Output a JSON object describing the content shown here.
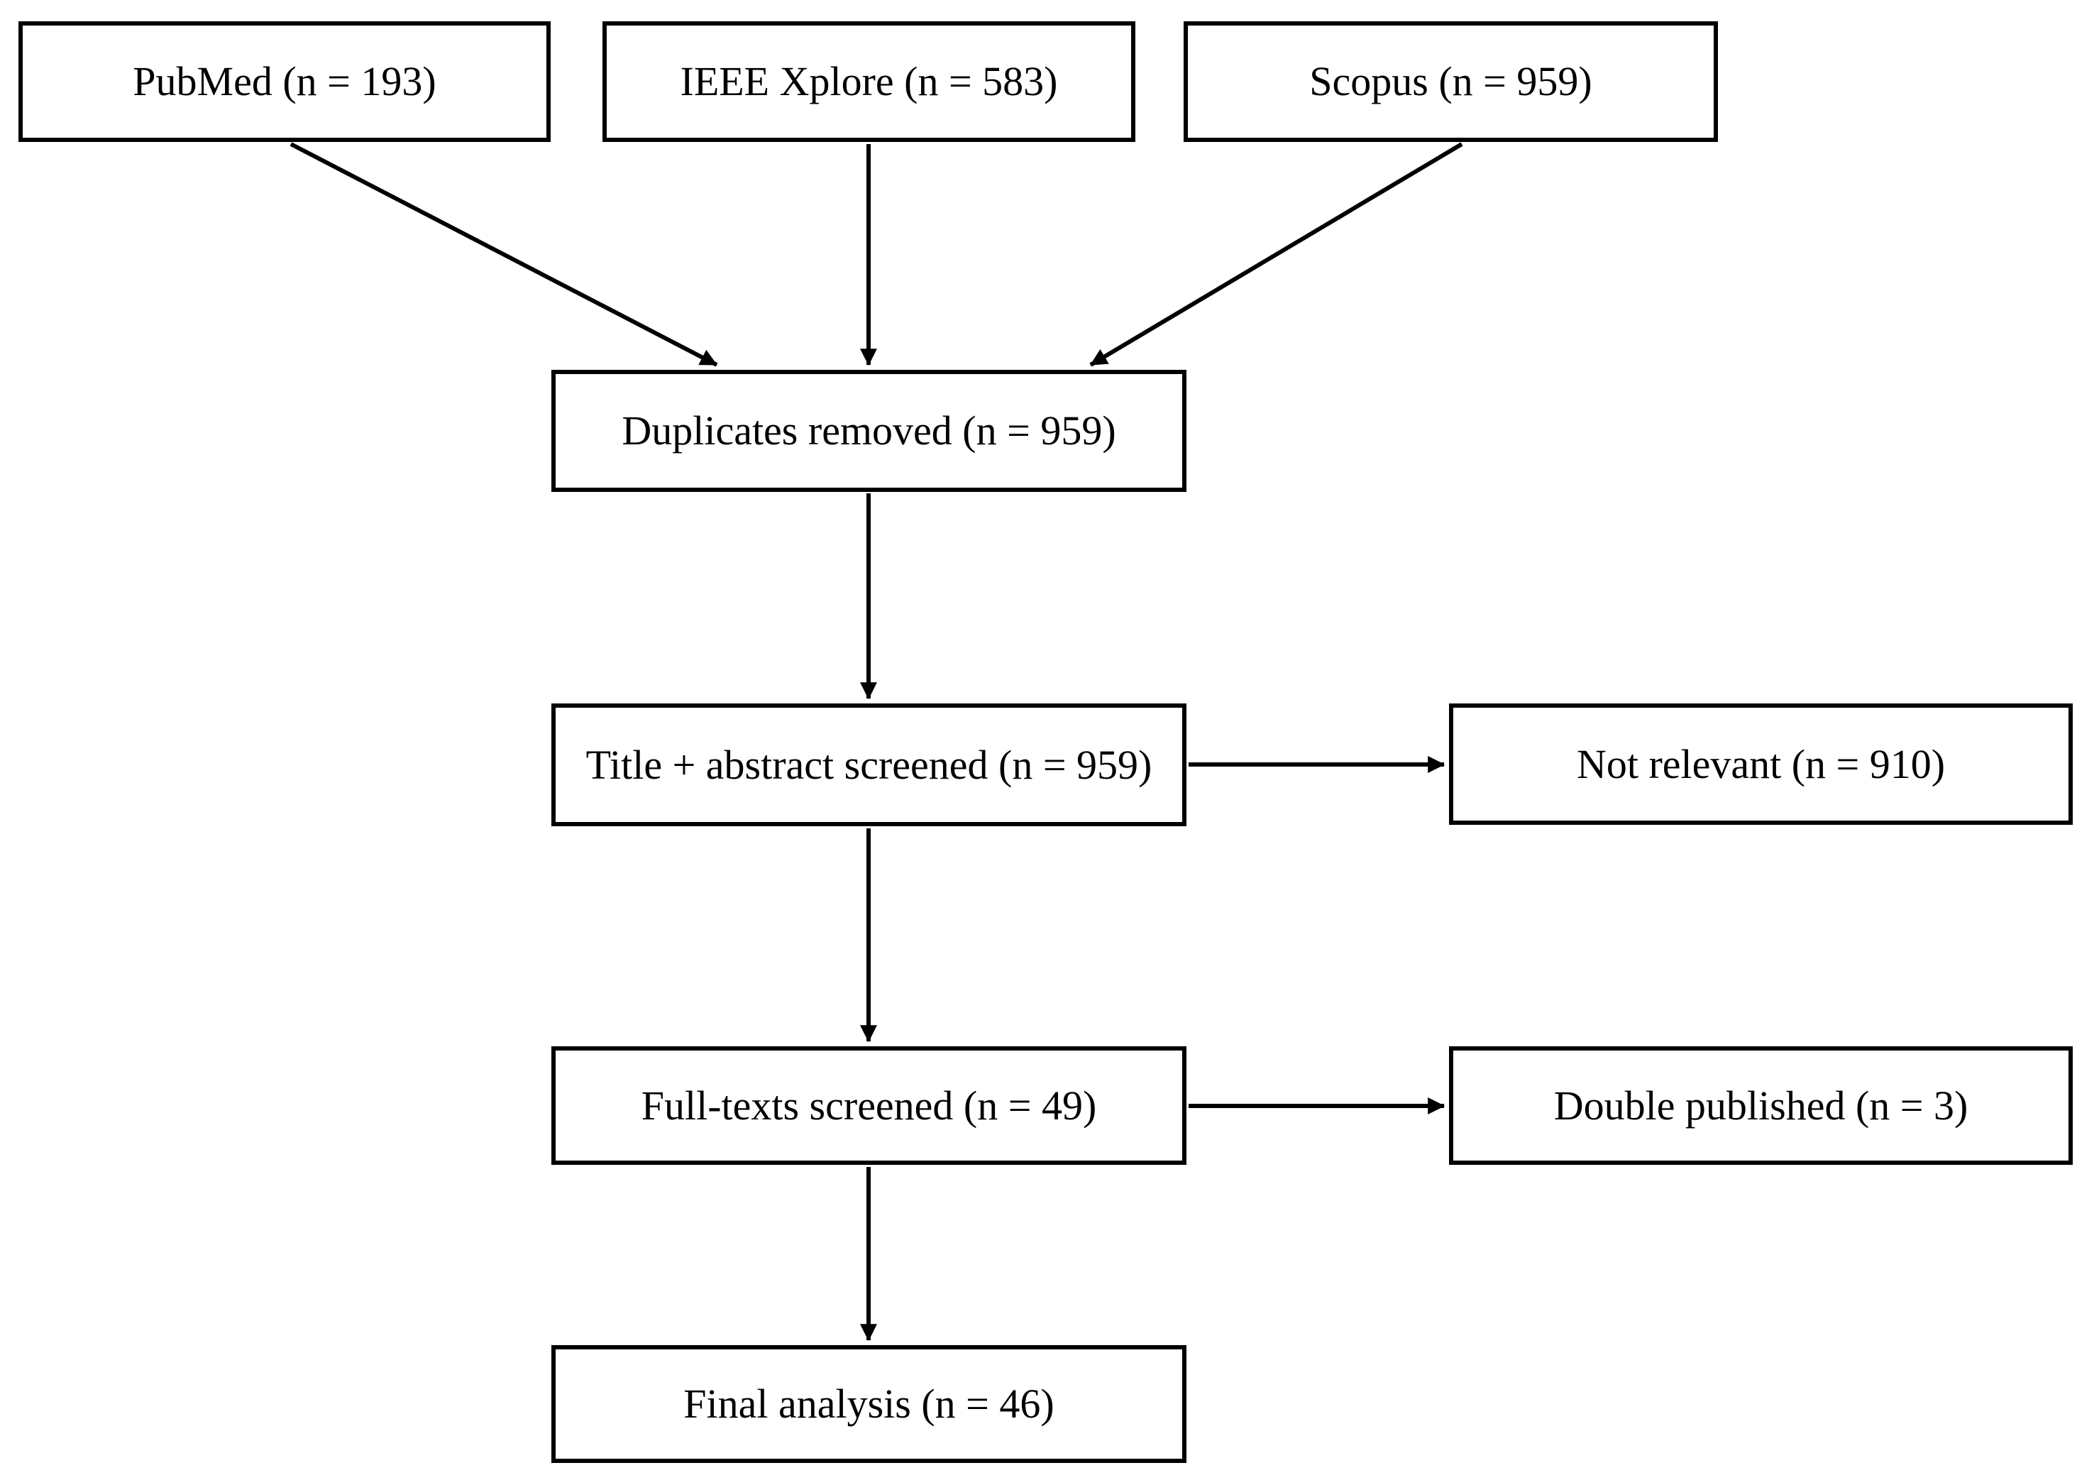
{
  "diagram_type": "flowchart-prisma",
  "colors": {
    "background": "#ffffff",
    "box_border": "#000000",
    "text": "#000000",
    "arrow": "#000000"
  },
  "nodes": {
    "pubmed": {
      "label": "PubMed (n = 193)",
      "n": 193
    },
    "ieee_xplore": {
      "label": "IEEE Xplore (n = 583)",
      "n": 583
    },
    "scopus": {
      "label": "Scopus (n = 959)",
      "n": 959
    },
    "duplicates_removed": {
      "label": "Duplicates removed (n = 959)",
      "n": 959
    },
    "title_abstract_screened": {
      "label": "Title + abstract screened (n = 959)",
      "n": 959
    },
    "not_relevant": {
      "label": "Not relevant (n = 910)",
      "n": 910
    },
    "full_texts_screened": {
      "label": "Full-texts screened (n = 49)",
      "n": 49
    },
    "double_published": {
      "label": "Double published (n = 3)",
      "n": 3
    },
    "final_analysis": {
      "label": "Final analysis (n = 46)",
      "n": 46
    }
  },
  "edges": [
    {
      "from": "pubmed",
      "to": "duplicates_removed"
    },
    {
      "from": "ieee_xplore",
      "to": "duplicates_removed"
    },
    {
      "from": "scopus",
      "to": "duplicates_removed"
    },
    {
      "from": "duplicates_removed",
      "to": "title_abstract_screened"
    },
    {
      "from": "title_abstract_screened",
      "to": "not_relevant"
    },
    {
      "from": "title_abstract_screened",
      "to": "full_texts_screened"
    },
    {
      "from": "full_texts_screened",
      "to": "double_published"
    },
    {
      "from": "full_texts_screened",
      "to": "final_analysis"
    }
  ]
}
